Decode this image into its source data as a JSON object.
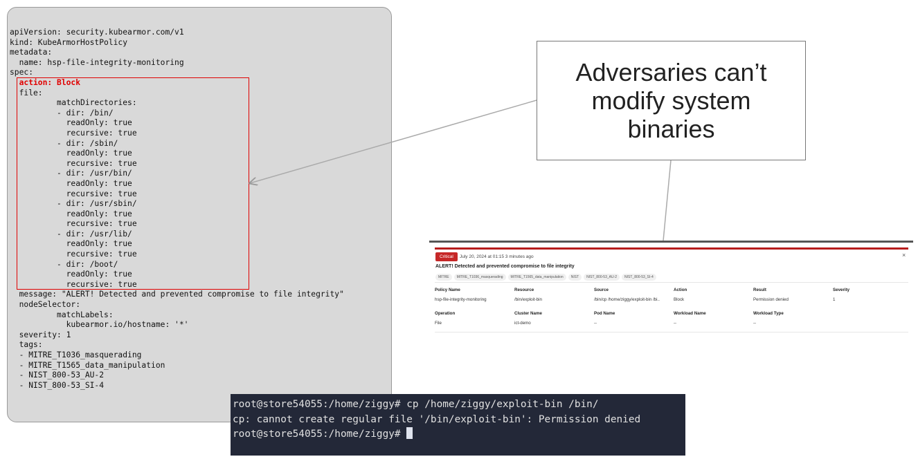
{
  "yaml": {
    "lines": [
      "apiVersion: security.kubearmor.com/v1",
      "kind: KubeArmorHostPolicy",
      "metadata:",
      "  name: hsp-file-integrity-monitoring",
      "spec:",
      "  action: Block",
      "  file:",
      "          matchDirectories:",
      "          - dir: /bin/",
      "            readOnly: true",
      "            recursive: true",
      "          - dir: /sbin/",
      "            readOnly: true",
      "            recursive: true",
      "          - dir: /usr/bin/",
      "            readOnly: true",
      "            recursive: true",
      "          - dir: /usr/sbin/",
      "            readOnly: true",
      "            recursive: true",
      "          - dir: /usr/lib/",
      "            readOnly: true",
      "            recursive: true",
      "          - dir: /boot/",
      "            readOnly: true",
      "            recursive: true",
      "  message: \"ALERT! Detected and prevented compromise to file integrity\"",
      "  nodeSelector:",
      "          matchLabels:",
      "            kubearmor.io/hostname: '*'",
      "  severity: 1",
      "  tags:",
      "  - MITRE_T1036_masquerading",
      "  - MITRE_T1565_data_manipulation",
      "  - NIST_800-53_AU-2",
      "  - NIST_800-53_SI-4"
    ],
    "highlight_index": 5
  },
  "callout": {
    "text": "Adversaries can’t modify system binaries"
  },
  "alert": {
    "severity_badge": "Critical",
    "timestamp": "July 20, 2024 at 01:15 3 minutes ago",
    "close": "×",
    "title": "ALERT! Detected and prevented compromise to file integrity",
    "tags": [
      "MITRE",
      "MITRE_T1036_masquerading",
      "MITRE_T1565_data_manipulation",
      "NIST",
      "NIST_800-53_AU-2",
      "NIST_800-53_SI-4"
    ],
    "row1": [
      {
        "h": "Policy Name",
        "v": "hsp-file-integrity-monitoring"
      },
      {
        "h": "Resource",
        "v": "/bin/exploit-bin"
      },
      {
        "h": "Source",
        "v": "/bin/cp /home/ziggy/exploit-bin /bi.."
      },
      {
        "h": "Action",
        "v": "Block"
      },
      {
        "h": "Result",
        "v": "Permission denied"
      },
      {
        "h": "Severity",
        "v": "1"
      }
    ],
    "row2": [
      {
        "h": "Operation",
        "v": "File"
      },
      {
        "h": "Cluster Name",
        "v": "ict-demo"
      },
      {
        "h": "Pod Name",
        "v": "--"
      },
      {
        "h": "Workload Name",
        "v": "--"
      },
      {
        "h": "Workload Type",
        "v": "--"
      }
    ]
  },
  "terminal": {
    "lines": [
      "root@store54055:/home/ziggy# cp /home/ziggy/exploit-bin /bin/",
      "cp: cannot create regular file '/bin/exploit-bin': Permission denied",
      "root@store54055:/home/ziggy# "
    ]
  },
  "colors": {
    "accent": "#b71c1c",
    "highlight": "#e00000",
    "terminal_bg": "#232838"
  }
}
